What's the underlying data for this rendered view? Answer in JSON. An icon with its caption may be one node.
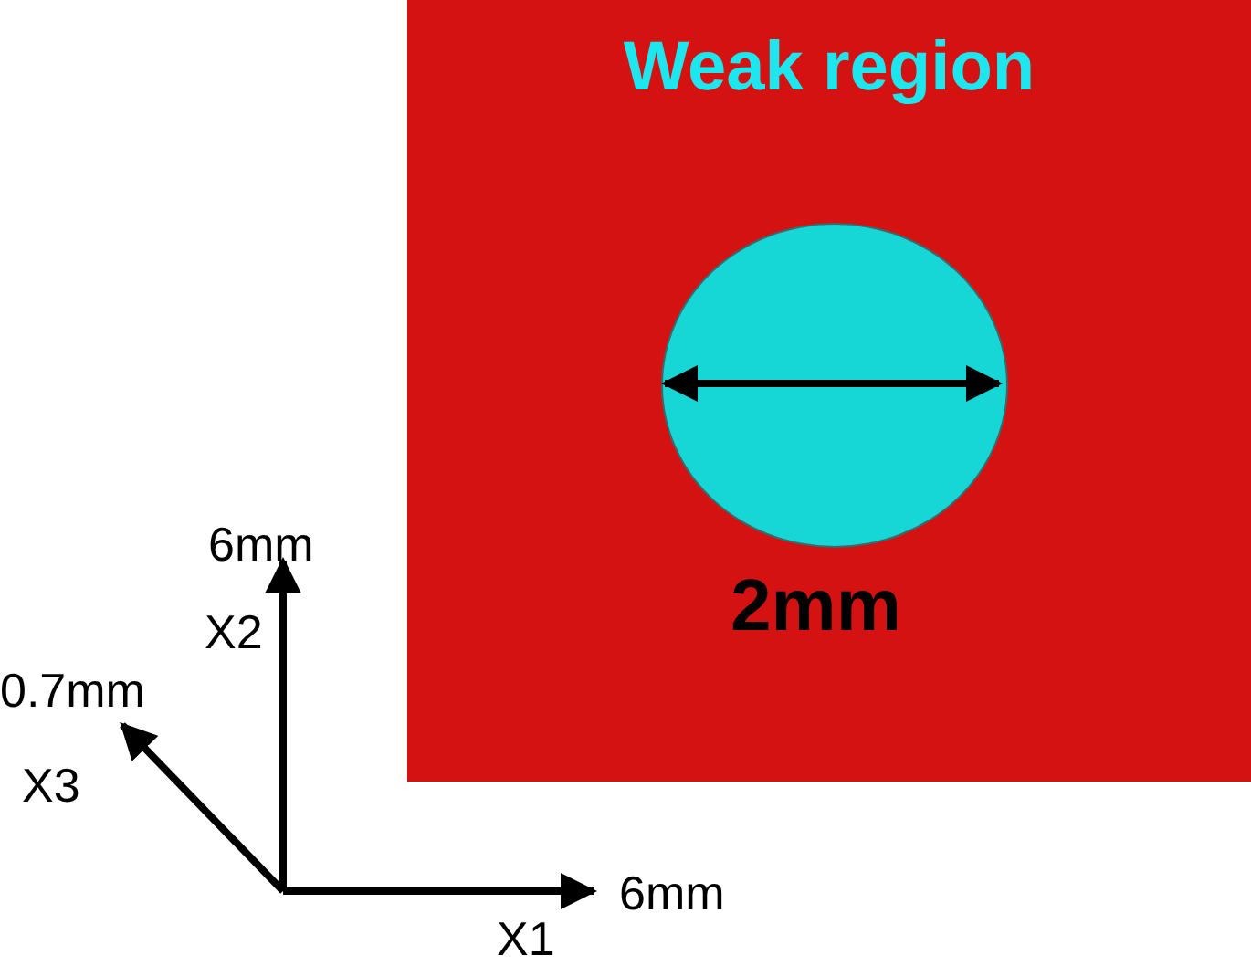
{
  "diagram": {
    "nodes": [
      {
        "text": [
          "Weak region"
        ]
      },
      {
        "text": [],
        "shape": "circle",
        "in": 0
      }
    ],
    "labels": [
      "2mm",
      "6mm",
      "X2",
      "0.7mm",
      "X3",
      "6mm",
      "X1"
    ]
  }
}
